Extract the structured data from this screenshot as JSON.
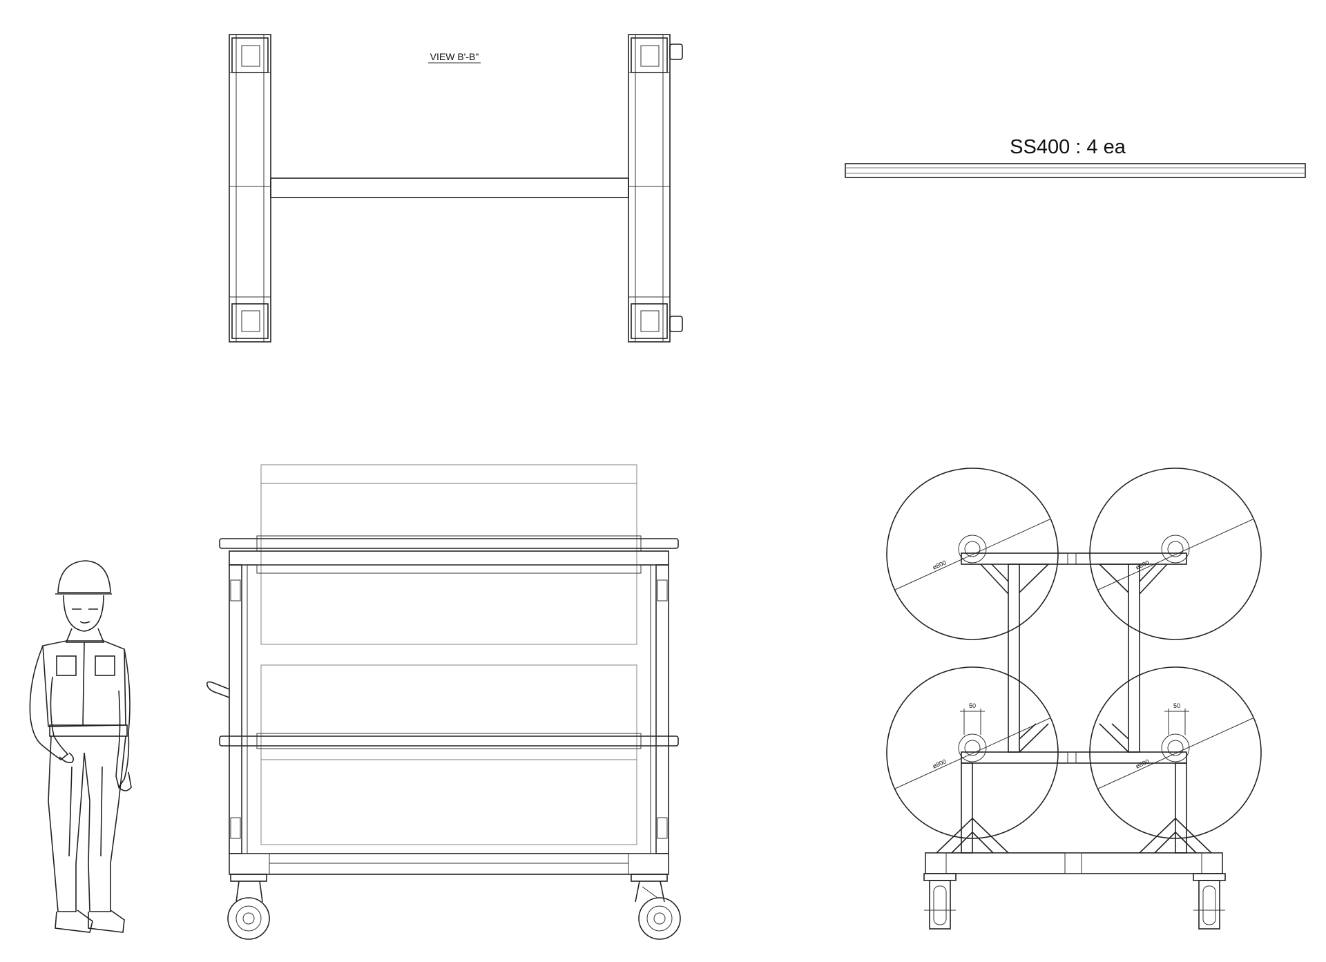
{
  "drawing": {
    "view_label": "VIEW B'-B\"",
    "material_note": "SS400 : 4 ea",
    "dia_label": "ø800",
    "gap_label": "50"
  }
}
